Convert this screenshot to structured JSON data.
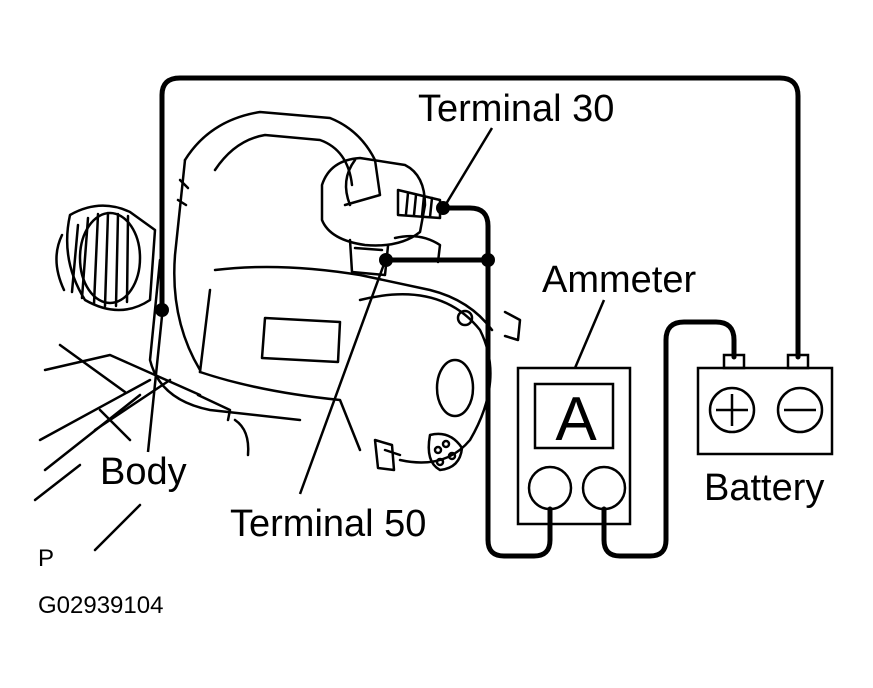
{
  "labels": {
    "terminal_30": "Terminal 30",
    "terminal_50": "Terminal 50",
    "ammeter": "Ammeter",
    "battery": "Battery",
    "body": "Body",
    "ammeter_letter": "A",
    "view_code": "P",
    "figure_id": "G02939104"
  },
  "icons": {
    "battery_positive": "plus-icon",
    "battery_negative": "minus-icon"
  },
  "colors": {
    "ink": "#000000",
    "background": "#ffffff"
  }
}
